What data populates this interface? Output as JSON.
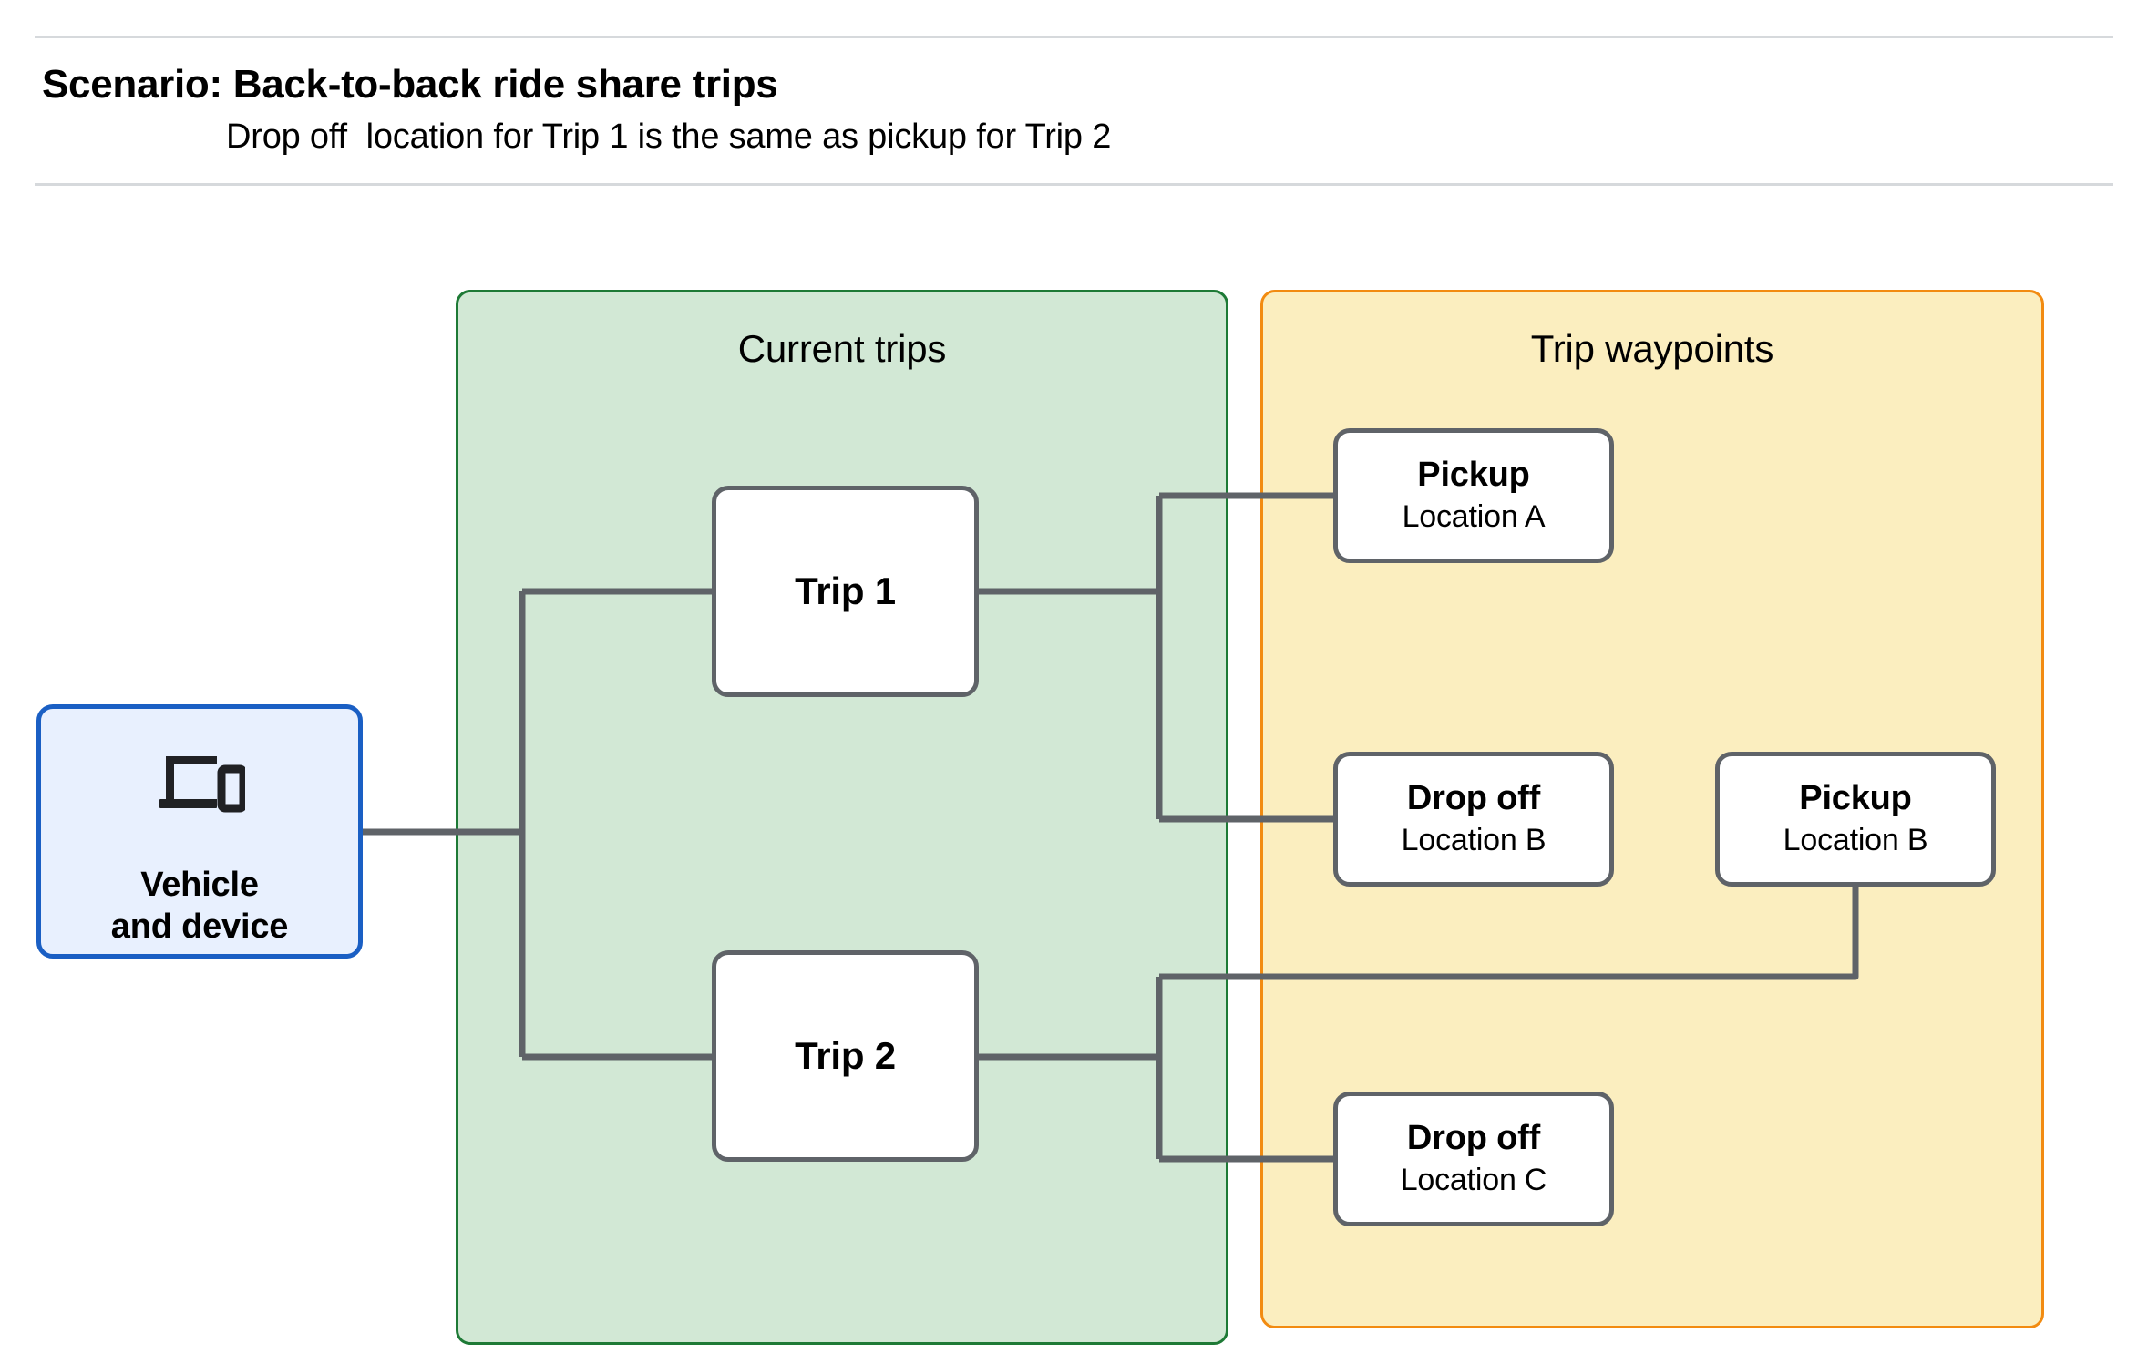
{
  "header": {
    "title": "Scenario: Back-to-back ride share trips",
    "subtitle": "Drop off  location for Trip 1 is the same as pickup for Trip 2"
  },
  "panels": {
    "current_trips": {
      "title": "Current trips",
      "fill": "#d2e8d5",
      "border": "#1e7a36"
    },
    "trip_waypoints": {
      "title": "Trip waypoints",
      "fill": "#fbeebf",
      "border": "#f28b11"
    }
  },
  "nodes": {
    "vehicle": {
      "label": "Vehicle\nand device",
      "icon": "laptop-and-phone-icon",
      "fill": "#e8f0fe",
      "border": "#1a5fc4"
    },
    "trip_1": {
      "label": "Trip 1"
    },
    "trip_2": {
      "label": "Trip 2"
    },
    "pickup_a": {
      "title": "Pickup",
      "subtitle": "Location A"
    },
    "dropoff_b": {
      "title": "Drop off",
      "subtitle": "Location B"
    },
    "pickup_b": {
      "title": "Pickup",
      "subtitle": "Location B"
    },
    "dropoff_c": {
      "title": "Drop off",
      "subtitle": "Location C"
    }
  },
  "colors": {
    "connector": "#5f6368",
    "node_border": "#5f6368",
    "node_fill": "#ffffff",
    "rule": "#d6d9dc",
    "text": "#000000"
  }
}
